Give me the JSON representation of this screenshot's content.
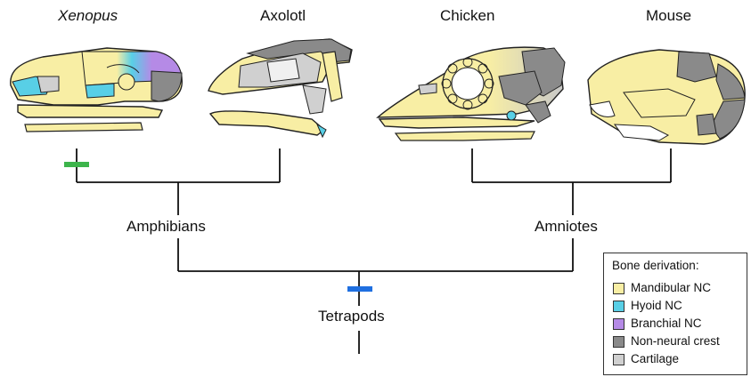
{
  "species": {
    "xenopus": "Xenopus",
    "axolotl": "Axolotl",
    "chicken": "Chicken",
    "mouse": "Mouse"
  },
  "clades": {
    "amphibians": "Amphibians",
    "amniotes": "Amniotes",
    "tetrapods": "Tetrapods"
  },
  "legend": {
    "title": "Bone derivation:",
    "items": [
      {
        "label": "Mandibular NC",
        "color": "#f8eea4"
      },
      {
        "label": "Hyoid NC",
        "color": "#58cfe6"
      },
      {
        "label": "Branchial NC",
        "color": "#b58ae6"
      },
      {
        "label": "Non-neural crest",
        "color": "#8a8a8a"
      },
      {
        "label": "Cartilage",
        "color": "#d0d0d0"
      }
    ]
  },
  "markers": {
    "amphibian_marker_color": "#3cb44b",
    "tetrapod_marker_color": "#1f6fe0"
  }
}
